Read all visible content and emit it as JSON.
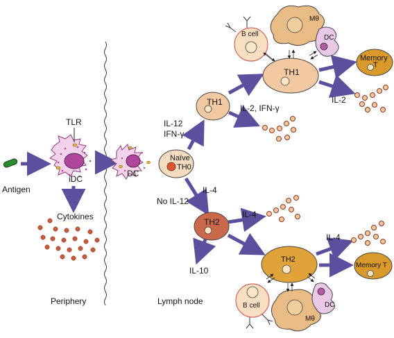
{
  "labels": {
    "antigen": "Antigen",
    "tlr": "TLR",
    "idc": "iDC",
    "dc": "DC",
    "cytokines": "Cytokines",
    "periphery": "Periphery",
    "lymph_node": "Lymph node",
    "naive_line1": "Naïve",
    "naive_line2": "TH0",
    "il12": "IL-12",
    "ifng": "IFN-γ",
    "il4": "IL-4",
    "no_il12": "No IL-12",
    "th1": "TH1",
    "th2": "TH2",
    "il2_ifng": "IL-2, IFN-γ",
    "il2": "IL-2",
    "il10": "IL-10",
    "memory_t_line1": "Memory",
    "memory_t_line2": "T",
    "memory_t": "Memory T",
    "b_cell": "B cell",
    "macrophage": "Mθ"
  },
  "colors": {
    "arrow": "#5b4f9e",
    "idc_body": "#f3d3ea",
    "idc_dots": "#c2409b",
    "idc_nucleus": "#b0479a",
    "naive": "#f5dcc0",
    "naive_nucleus": "#d9582f",
    "th1_cell": "#f2c9a1",
    "th2_small": "#c9684a",
    "th2_large": "#e0a33a",
    "memory": "#d99a2b",
    "bcell": "#f9dfc2",
    "bcell_border": "#d04a4a",
    "macrophage": "#e9bb85",
    "dc_purple": "#e9c9e6",
    "dc_nucleus": "#b35aa8",
    "cytokine_dot": "#c85b3a",
    "antigen_green": "#2e8a2e"
  }
}
